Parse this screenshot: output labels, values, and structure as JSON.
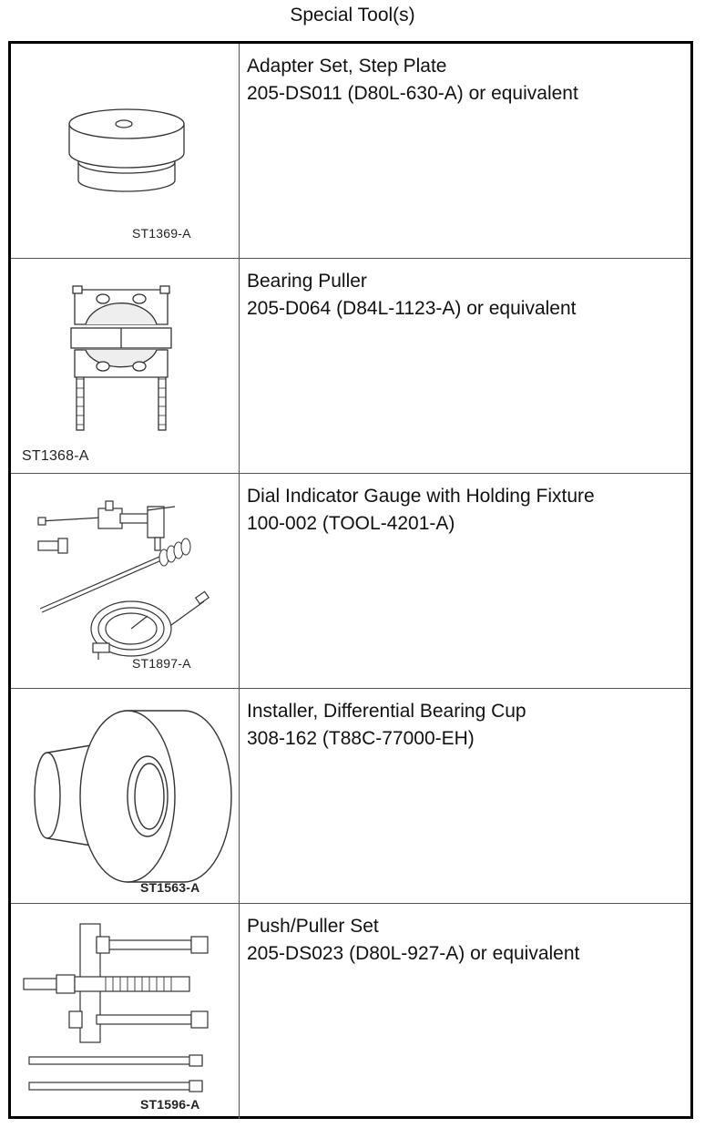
{
  "page": {
    "title": "Special Tool(s)"
  },
  "tools": [
    {
      "ref": "ST1369-A",
      "name": "Adapter Set, Step Plate",
      "number": "205-DS011 (D80L-630-A) or equivalent",
      "illustration": "step-plate-adapter"
    },
    {
      "ref": "ST1368-A",
      "name": "Bearing Puller",
      "number": "205-D064 (D84L-1123-A) or equivalent",
      "illustration": "bearing-puller"
    },
    {
      "ref": "ST1897-A",
      "name": "Dial Indicator Gauge with Holding Fixture",
      "number": "100-002 (TOOL-4201-A)",
      "illustration": "dial-indicator"
    },
    {
      "ref": "ST1563-A",
      "name": "Installer, Differential Bearing Cup",
      "number": "308-162 (T88C-77000-EH)",
      "illustration": "bearing-cup-installer"
    },
    {
      "ref": "ST1596-A",
      "name": "Push/Puller Set",
      "number": "205-DS023 (D80L-927-A) or equivalent",
      "illustration": "push-puller-set"
    }
  ]
}
